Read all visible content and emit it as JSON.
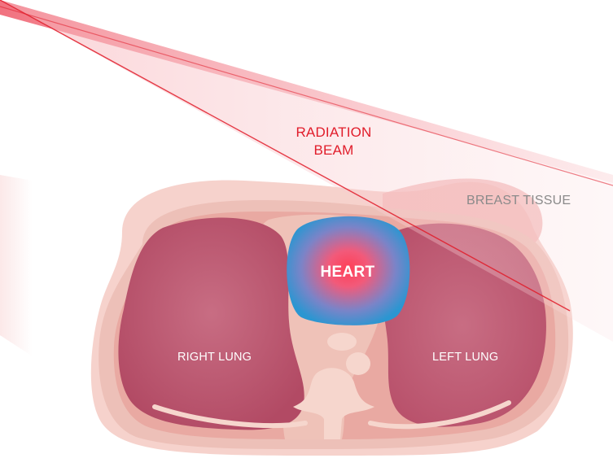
{
  "labels": {
    "radiation_beam_line1": "RADIATION",
    "radiation_beam_line2": "BEAM",
    "breast_tissue": "BREAST TISSUE",
    "heart": "HEART",
    "right_lung": "RIGHT LUNG",
    "left_lung": "LEFT LUNG"
  },
  "colors": {
    "beam": "#e11c2a",
    "heart_outer": "#2b96d1",
    "heart_center": "#ff4d5e",
    "lung": "#c05a73",
    "body": "#f3c7bf",
    "label_gray": "#8a8a8a"
  }
}
